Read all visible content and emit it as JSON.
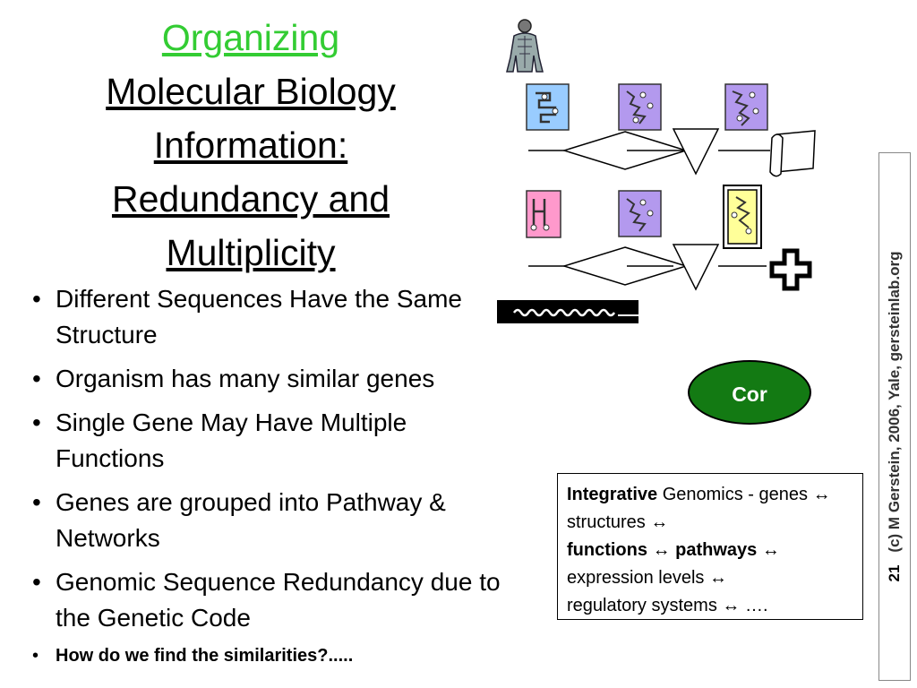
{
  "title": {
    "line1": "Organizing",
    "line2": "Molecular Biology",
    "line3": "Information:",
    "line4": "Redundancy and",
    "line5": "Multiplicity"
  },
  "bullets": [
    "Different Sequences Have the Same Structure",
    "Organism has many similar genes",
    "Single Gene May Have Multiple Functions",
    "Genes are grouped into Pathway & Networks",
    "Genomic Sequence Redundancy due to the Genetic Code",
    "How do we find the similarities?....."
  ],
  "oval_label": "Cor",
  "info_box": {
    "t1": "Integrative",
    "t2": " Genomics - genes ",
    "t3": " structures ",
    "t4": "functions",
    "t5": "pathways",
    "t6": "expression levels ",
    "t7": "regulatory systems ",
    "t8": "  ….",
    "arrow": "↔"
  },
  "side_banner": {
    "slide_number": "21",
    "credit": "(c) M Gerstein, 2006, Yale, gersteinlab.org"
  },
  "colors": {
    "title_accent": "#33cc33",
    "oval_fill": "#137a13",
    "protein_blue": "#99ccff",
    "protein_purple": "#b399ee",
    "protein_pink": "#ff99cc",
    "protein_yellow": "#ffff99"
  },
  "icons": [
    "anatomy-figure-icon",
    "protein-structure-icon",
    "diamond-shape",
    "triangle-shape",
    "document-shape",
    "cross-shape",
    "sequence-strip-icon"
  ]
}
